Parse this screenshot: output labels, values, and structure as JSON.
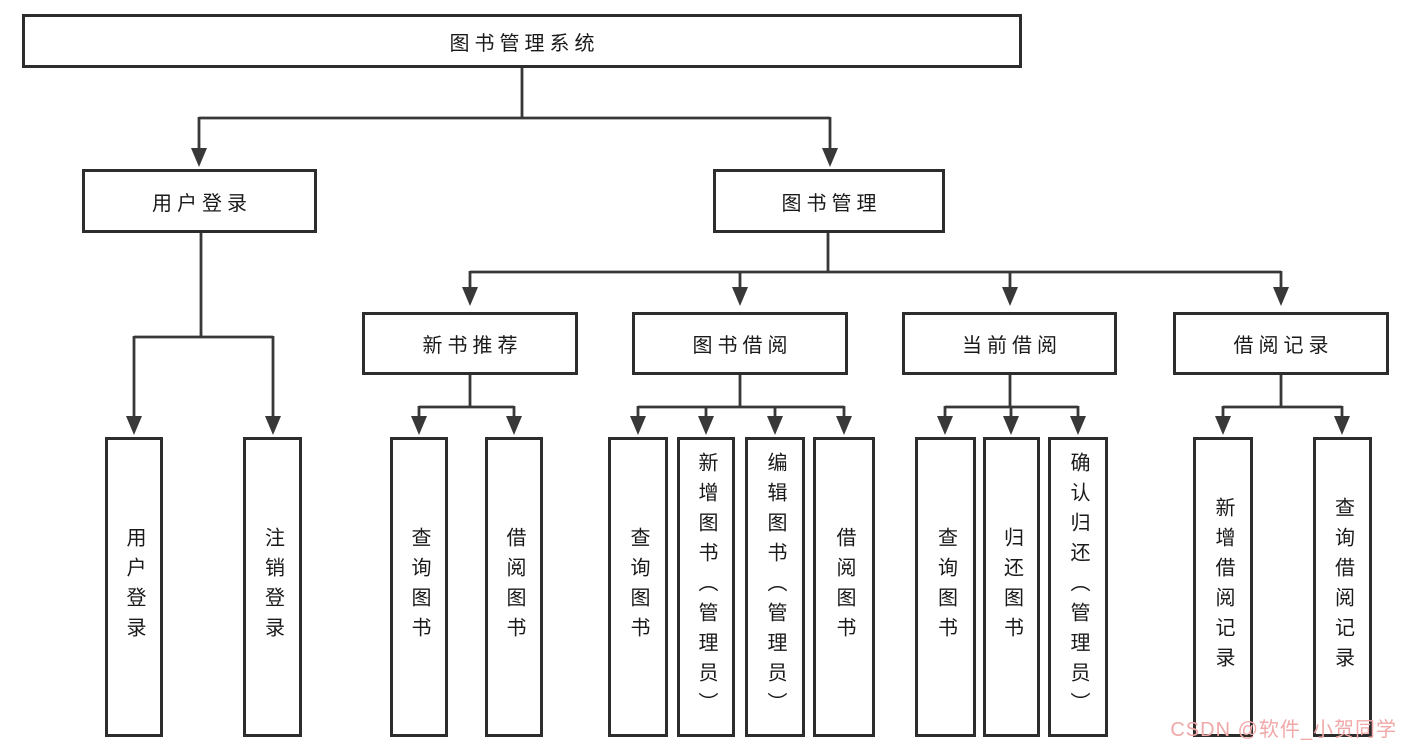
{
  "diagram": {
    "title": "图书管理系统",
    "colors": {
      "background": "#ffffff",
      "line": "#383838",
      "border": "#2d2d2d",
      "text": "#1a1a1a",
      "watermark_text": "#f0a8a8"
    },
    "nodes": {
      "root": "图书管理系统",
      "userLogin": "用户登录",
      "bookManagement": "图书管理",
      "loginLeaf": "用户登录",
      "logoutLeaf": "注销登录",
      "newBookRecommend": "新书推荐",
      "bookBorrowing": "图书借阅",
      "currentBorrowing": "当前借阅",
      "borrowingRecords": "借阅记录",
      "nbQueryBooks": "查询图书",
      "nbBorrowBooks": "借阅图书",
      "bbQueryBooks": "查询图书",
      "bbAddBooks": "新增图书（管理员）",
      "bbEditBooks": "编辑图书（管理员）",
      "bbBorrowBooks": "借阅图书",
      "cbQueryBooks": "查询图书",
      "cbReturnBooks": "归还图书",
      "cbConfirmReturn": "确认归还（管理员）",
      "brAddRecord": "新增借阅记录",
      "brQueryRecord": "查询借阅记录"
    },
    "watermark": "CSDN @软件_小贺同学"
  }
}
